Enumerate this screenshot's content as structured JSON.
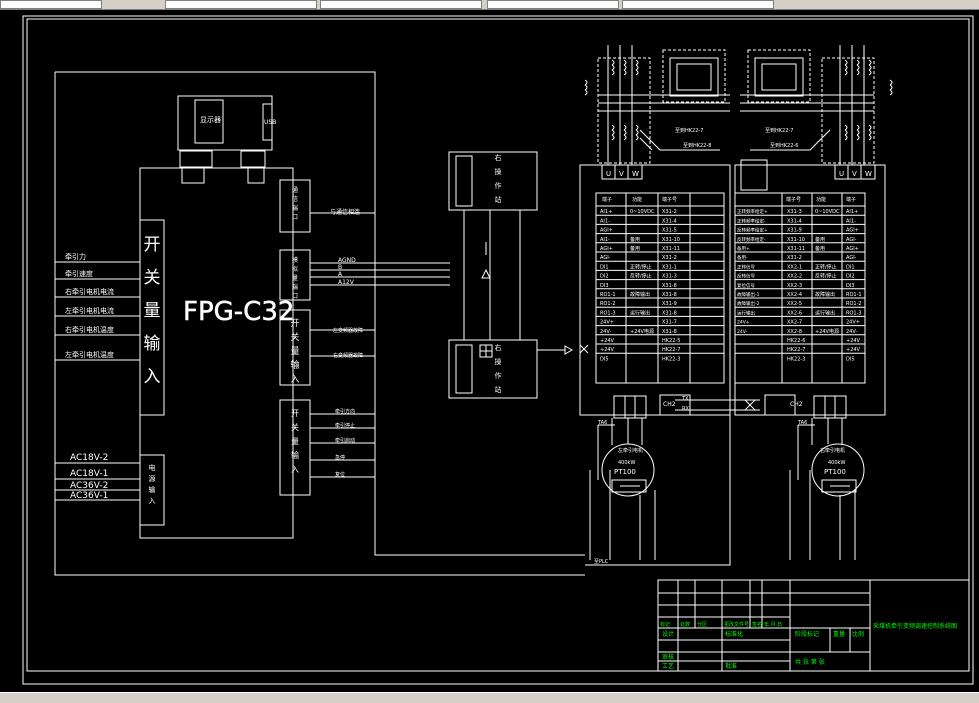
{
  "main": {
    "controller_label": "FPG-C32",
    "display_label": "显示器",
    "usb_label": "USB",
    "switch_input_left": "开关量输入",
    "switch_input_mid": "开关量输入",
    "switch_input_low": "开关量输入",
    "power_input": "电源输入",
    "comm_port_a": "通信端口",
    "analog_port": "模拟量端口",
    "left_inputs": [
      "牵引力",
      "牵引速度",
      "右牵引电机电流",
      "左牵引电机电流",
      "右牵引电机温度",
      "左牵引电机温度"
    ],
    "power_inputs": [
      "AC18V-2",
      "AC18V-1",
      "AC36V-2",
      "AC36V-1"
    ],
    "analog_signals": [
      "AGND",
      "B",
      "A",
      "A12V"
    ],
    "comm_wire": "与通信相连",
    "mid_inputs": [
      "左变频器故障",
      "右变频器故障"
    ],
    "low_outputs": [
      "牵引方向",
      "牵引停止",
      "牵引启动",
      "急停",
      "复位"
    ],
    "top_right_box": "右操作站",
    "lower_box": "右操作站",
    "cross_label_1": "至到HK22-7",
    "cross_label_2": "至到HK22-8",
    "cross_label_3": "至到HK22-7",
    "cross_label_4": "至到HK22-6",
    "left_vfd_uvw": [
      "U",
      "V",
      "W"
    ],
    "right_vfd_uvw": [
      "U",
      "V",
      "W"
    ],
    "left_table_rows": [
      [
        "AI1+",
        "0~10VDC",
        "X31-2"
      ],
      [
        "AI1-",
        "",
        "X31-4"
      ],
      [
        "AGI+",
        "",
        "X31-5"
      ],
      [
        "AI1-",
        "备用",
        "X31-10"
      ],
      [
        "AGI+",
        "备用",
        "X31-11"
      ],
      [
        "AGI-",
        "",
        "X31-2"
      ],
      [
        "DI1",
        "正转/停止",
        "X31-1"
      ],
      [
        "DI2",
        "反转/停止",
        "X31-3"
      ],
      [
        "DI3",
        "",
        "X31-8"
      ],
      [
        "RO1-1",
        "故障输出",
        "X31-8"
      ],
      [
        "RO1-2",
        "",
        "X31-9"
      ],
      [
        "RO1-3",
        "运行输出",
        "X31-8"
      ],
      [
        "24V+",
        "",
        "X31-7"
      ],
      [
        "24V-",
        "+24V电源",
        "X31-8"
      ],
      [
        "+24V",
        "",
        "HK22-5"
      ],
      [
        "+24V",
        "",
        "HK22-7"
      ],
      [
        "DI5",
        "",
        "HK22-3"
      ]
    ],
    "right_table_rows": [
      [
        "X31-3",
        "0~10VDC",
        "AI1+"
      ],
      [
        "X31-4",
        "",
        "AI1-"
      ],
      [
        "X31-9",
        "",
        "AGI+"
      ],
      [
        "X31-10",
        "备用",
        "AGI-"
      ],
      [
        "X31-11",
        "备用",
        "AGI+"
      ],
      [
        "X31-2",
        "",
        "AGI-"
      ],
      [
        "XX2-1",
        "正转/停止",
        "DI1"
      ],
      [
        "XX2-2",
        "反转/停止",
        "DI2"
      ],
      [
        "XX2-3",
        "",
        "DI3"
      ],
      [
        "XX2-4",
        "故障输出",
        "RO1-1"
      ],
      [
        "XX2-5",
        "",
        "RO1-2"
      ],
      [
        "XX2-6",
        "运行输出",
        "RO1-3"
      ],
      [
        "XX2-7",
        "",
        "24V+"
      ],
      [
        "XX2-8",
        "+24V电源",
        "24V-"
      ],
      [
        "HK22-6",
        "",
        "+24V"
      ],
      [
        "HK22-7",
        "",
        "+24V"
      ],
      [
        "HK22-3",
        "",
        "DI5"
      ]
    ],
    "right_desc_rows": [
      "正转频率给定+",
      "正转频率给定-",
      "反转频率给定+",
      "反转频率给定-",
      "备用+",
      "备用-",
      "正转信号",
      "反转信号",
      "复位信号",
      "故障输出-1",
      "故障输出-2",
      "运行输出",
      "24V+",
      "24V-"
    ],
    "table_header_left": [
      "端子",
      "功能",
      "端子号"
    ],
    "table_header_right": [
      "端子号",
      "功能",
      "端子"
    ],
    "left_motor": "PT100",
    "right_motor": "PT100",
    "motor_title_left": "左牵引电机",
    "motor_title_right": "右牵引电机",
    "motor_speed_left": "400kW",
    "motor_speed_right": "400kW",
    "ch_left": "CH2",
    "ch_right": "CH2",
    "tx": "TX",
    "rx": "RX",
    "ta_left": "TA6",
    "ta_right": "TA6",
    "plc_label": "至PLC",
    "title_block": {
      "drawing_title": "采煤机牵引变频调速控制系统图",
      "rows": [
        "标记",
        "处数",
        "分区",
        "更改文件号",
        "签名",
        "年.月.日"
      ],
      "design": "设计",
      "standard": "标准化",
      "stage_mark": "阶段标记",
      "weight": "重量",
      "scale": "比例",
      "review": "审核",
      "process": "工艺",
      "approve": "批准",
      "sheets": "共 张 第 张"
    }
  }
}
